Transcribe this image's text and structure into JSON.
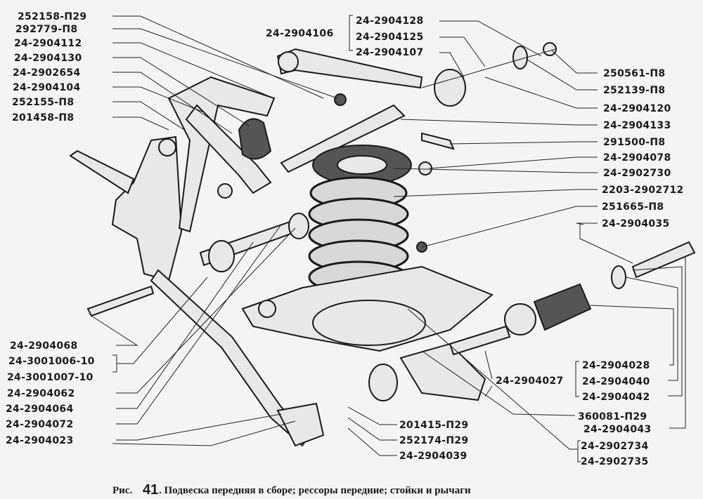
{
  "labels_left_top": [
    "252158-П29",
    "292779-П8",
    "24-2904112",
    "24-2904130",
    "24-2902654",
    "24-2904104",
    "252155-П8",
    "201458-П8"
  ],
  "group_top": {
    "main": "24-2904106",
    "items": [
      "24-2904128",
      "24-2904125",
      "24-2904107"
    ]
  },
  "labels_right": [
    "250561-П8",
    "252139-П8",
    "24-2904120",
    "24-2904133",
    "291500-П8",
    "24-2904078",
    "24-2902730",
    "2203-2902712",
    "251665-П8",
    "24-2904035"
  ],
  "labels_left_bottom": [
    "24-2904068",
    "24-3001006-10",
    "24-3001007-10",
    "24-2904062",
    "24-2904064",
    "24-2904072",
    "24-2904023"
  ],
  "group_bottom_right": {
    "main": "24-2904027",
    "items": [
      "24-2904028",
      "24-2904040",
      "24-2904042"
    ]
  },
  "labels_bottom_right": [
    "360081-П29",
    "24-2904043"
  ],
  "group_bottom_pair": [
    "24-2902734",
    "24-2902735"
  ],
  "labels_bottom_mid": [
    "201415-П29",
    "252174-П29",
    "24-2904039"
  ],
  "caption": {
    "prefix": "Рис.",
    "number": "41",
    "text": ". Подвеска передняя в сборе; рессоры передние; стойки и рычаги"
  }
}
